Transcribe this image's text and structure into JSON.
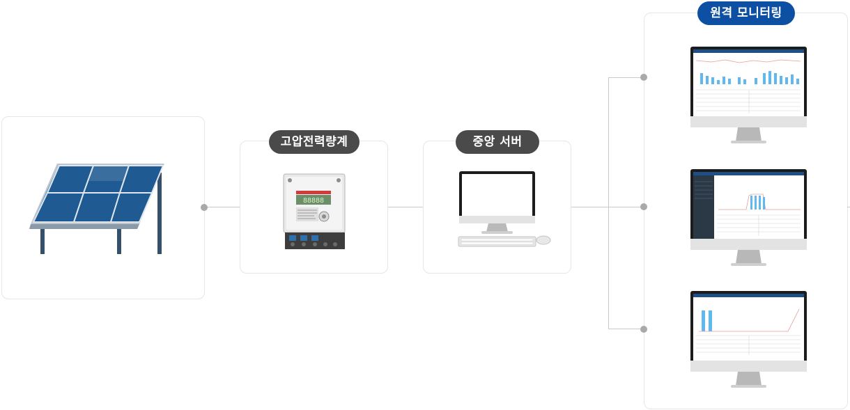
{
  "labels": {
    "meter": "고압전력량계",
    "server": "중앙 서버",
    "monitoring": "원격 모니터링"
  },
  "colors": {
    "accent": "#0d4fa3",
    "label_dark": "#4a4a4a",
    "panel_blue": "#1f5a92",
    "connector": "#c9c9c9",
    "chart_bar": "#5fb8f0"
  },
  "icons": [
    "solar-panel-icon",
    "power-meter-icon",
    "desktop-computer-icon",
    "keyboard-icon",
    "mouse-icon",
    "monitoring-screen-icon"
  ]
}
